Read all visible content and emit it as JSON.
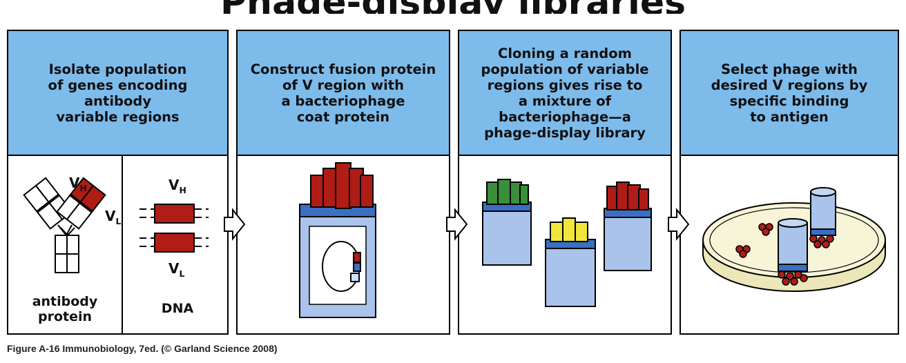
{
  "title": "Phage-display libraries",
  "panels": [
    {
      "heading": "Isolate population\nof genes encoding\nantibody\nvariable regions",
      "antibody_label": "antibody\nprotein",
      "dna_label": "DNA",
      "vh_letter": "V",
      "vh_sub": "H",
      "vl_letter": "V",
      "vl_sub": "L"
    },
    {
      "heading": "Construct fusion protein\nof  V region with\na bacteriophage\ncoat protein"
    },
    {
      "heading": "Cloning a random\npopulation of variable\nregions gives rise to\na mixture of\nbacteriophage—a\nphage-display library"
    },
    {
      "heading": "Select phage with\ndesired V regions by\nspecific binding\nto antigen"
    }
  ],
  "caption": "Figure A-16  Immunobiology, 7ed. (© Garland Science 2008)",
  "colors": {
    "header_blue": "#7dbbeb",
    "phage_blue": "#a9c3ea",
    "band_blue": "#3a6fc4",
    "v_region_red": "#b01c16",
    "green": "#3a8f3a",
    "yellow": "#f0e53c",
    "dish_yellow": "#f7f4d8"
  }
}
